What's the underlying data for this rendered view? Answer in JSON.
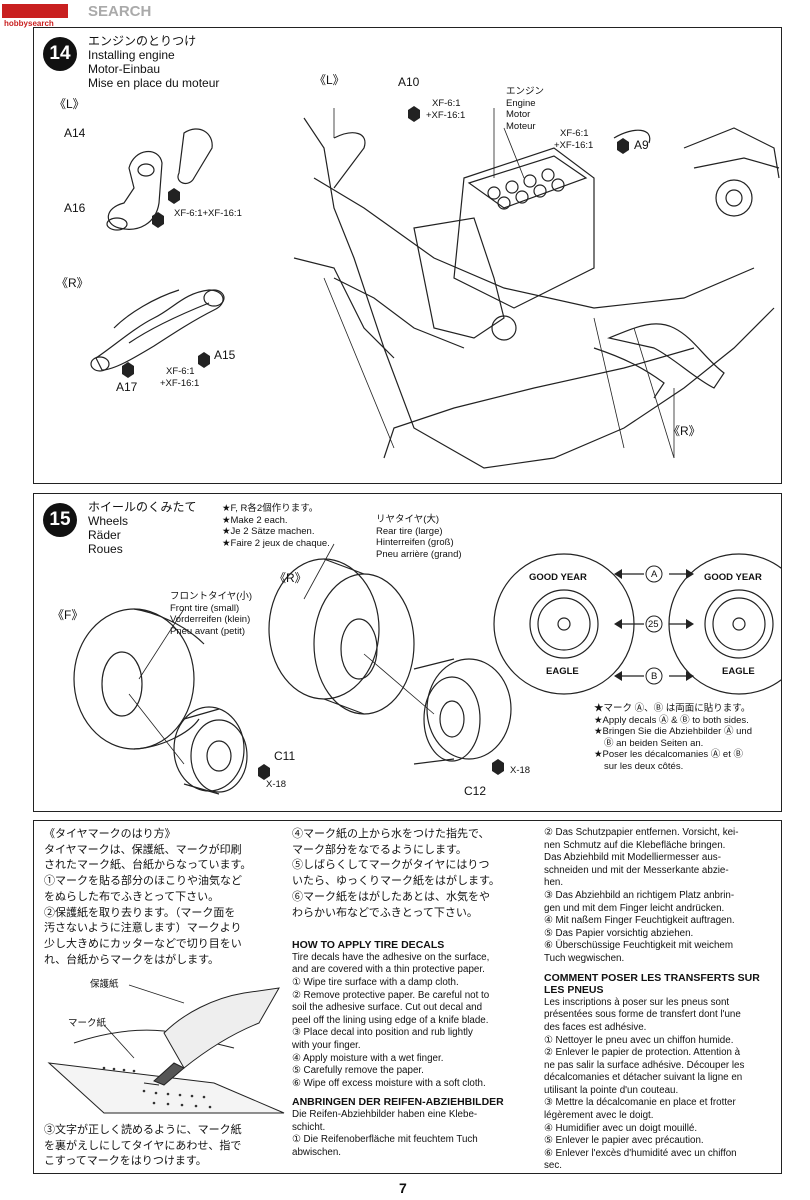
{
  "header": {
    "logo_text": "SEARCH",
    "site_text": "hobbysearch"
  },
  "page_number": "7",
  "step14": {
    "number": "14",
    "title_jp": "エンジンのとりつけ",
    "title_en": "Installing engine",
    "title_de": "Motor-Einbau",
    "title_fr": "Mise en place du moteur",
    "labels": {
      "L_left": "《L》",
      "L_right": "《L》",
      "R_left": "《R》",
      "R_right": "《R》",
      "A14": "A14",
      "A16": "A16",
      "A15": "A15",
      "A17": "A17",
      "A10": "A10",
      "A9": "A9",
      "xf1": "XF-6:1",
      "xf2": "+XF-16:1",
      "xf_inline": "XF-6:1+XF-16:1",
      "engine_jp": "エンジン",
      "engine_en": "Engine",
      "engine_de": "Motor",
      "engine_fr": "Moteur"
    }
  },
  "step15": {
    "number": "15",
    "title_jp": "ホイールのくみたて",
    "title_en": "Wheels",
    "title_de": "Räder",
    "title_fr": "Roues",
    "notes": [
      "★F, R各2個作ります。",
      "★Make 2 each.",
      "★Je 2 Sätze machen.",
      "★Faire 2 jeux de chaque."
    ],
    "rear_tire": [
      "リヤタイヤ(大)",
      "Rear tire (large)",
      "Hinterreifen (groß)",
      "Pneu arrière (grand)"
    ],
    "front_tire": [
      "フロントタイヤ(小)",
      "Front tire (small)",
      "Vorderreifen (klein)",
      "Pneu avant (petit)"
    ],
    "labels": {
      "F": "《F》",
      "R": "《R》",
      "C11": "C11",
      "C12": "C12",
      "x18a": "X-18",
      "x18b": "X-18",
      "decA": "A",
      "decB": "B",
      "dec25": "25",
      "goodyear": "GOOD YEAR",
      "eagle": "EAGLE"
    },
    "decal_notes": [
      "★マーク Ⓐ、Ⓑ は両面に貼ります。",
      "★Apply decals Ⓐ & Ⓑ to both sides.",
      "★Bringen Sie die Abziehbilder Ⓐ und",
      "Ⓑ an beiden Seiten an.",
      "★Poser les décalcomanies Ⓐ et Ⓑ",
      "sur les deux côtés."
    ]
  },
  "instructions": {
    "jp_title": "《タイヤマークのはり方》",
    "jp_lines": [
      "タイヤマークは、保護紙、マークが印刷",
      "されたマーク紙、台紙からなっています。",
      "①マークを貼る部分のほこりや油気など",
      "をぬらした布でふきとって下さい。",
      "②保護紙を取り去ります。（マーク面を",
      "汚さないように注意します）マークより",
      "少し大きめにカッターなどで切り目をい",
      "れ、台紙からマークをはがします。"
    ],
    "illus_label1": "保護紙",
    "illus_label2": "マーク紙",
    "jp_bottom": [
      "③文字が正しく読めるように、マーク紙",
      "を裏がえしにしてタイヤにあわせ、指で",
      "こすってマークをはりつけます。"
    ],
    "col2_jp": [
      "④マーク紙の上から水をつけた指先で、",
      "マーク部分をなでるようにします。",
      "⑤しばらくしてマークがタイヤにはりつ",
      "いたら、ゆっくりマーク紙をはがします。",
      "⑥マーク紙をはがしたあとは、水気をや",
      "わらかい布などでふきとって下さい。"
    ],
    "en_title": "HOW TO APPLY TIRE DECALS",
    "en_lines": [
      "Tire decals have the adhesive on the surface,",
      "and are covered with a thin protective paper.",
      "① Wipe tire surface with a damp cloth.",
      "② Remove protective paper. Be careful not to",
      "soil the adhesive surface. Cut out decal and",
      "peel off the lining using edge of a knife blade.",
      "③ Place decal into position and rub lightly",
      "with your finger.",
      "④ Apply moisture with a wet finger.",
      "⑤ Carefully remove the paper.",
      "⑥ Wipe off excess moisture with a soft cloth."
    ],
    "de_title": "ANBRINGEN DER REIFEN-ABZIEHBILDER",
    "de_lines": [
      "Die Reifen-Abziehbilder haben eine Klebe-",
      "schicht.",
      "① Die Reifenoberfläche mit feuchtem Tuch",
      "abwischen."
    ],
    "de_cont": [
      "② Das Schutzpapier entfernen. Vorsicht, kei-",
      "nen Schmutz auf die Klebefläche bringen.",
      "Das Abziehbild mit Modelliermesser aus-",
      "schneiden und mit der Messerkante abzie-",
      "hen.",
      "③ Das Abziehbild an richtigem Platz anbrin-",
      "gen und mit dem Finger leicht andrücken.",
      "④ Mit naßem Finger Feuchtigkeit auftragen.",
      "⑤ Das Papier vorsichtig abziehen.",
      "⑥ Überschüssige Feuchtigkeit mit weichem",
      "Tuch wegwischen."
    ],
    "fr_title": "COMMENT POSER LES TRANSFERTS SUR LES PNEUS",
    "fr_lines": [
      "Les inscriptions à poser sur les pneus sont",
      "présentées sous forme de transfert dont l'une",
      "des faces est adhésive.",
      "① Nettoyer le pneu avec un chiffon humide.",
      "② Enlever le papier de protection. Attention à",
      "ne pas salir la surface adhésive. Découper les",
      "décalcomanies et détacher suivant la ligne en",
      "utilisant la pointe d'un couteau.",
      "③ Mettre la décalcomanie en place et frotter",
      "légèrement avec le doigt.",
      "④ Humidifier avec un doigt mouillé.",
      "⑤ Enlever le papier avec précaution.",
      "⑥ Enlever l'excès d'humidité avec un chiffon",
      "sec."
    ]
  }
}
